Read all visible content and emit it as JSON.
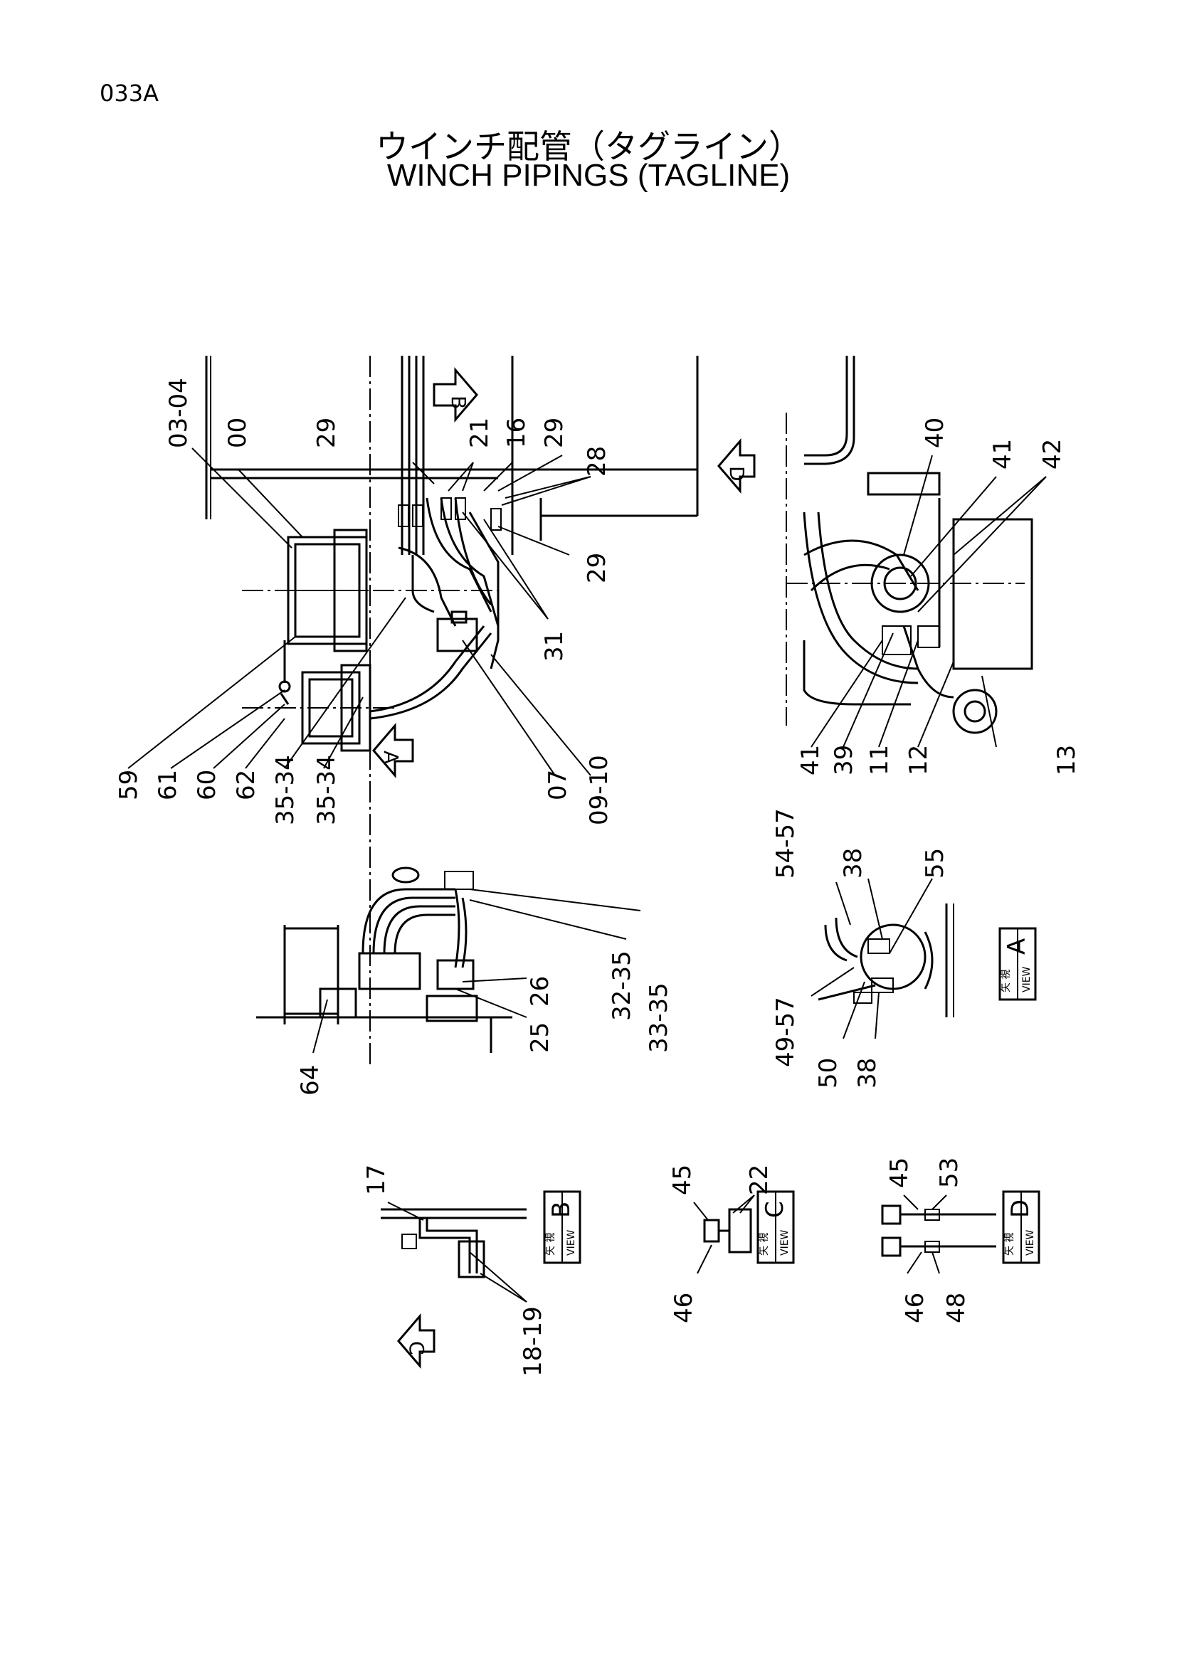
{
  "page_code": "033A",
  "title_jp": "ウインチ配管（タグライン）",
  "title_en": "WINCH PIPINGS (TAGLINE)",
  "view_marker": {
    "kanji": "矢 視",
    "view_word": "VIEW"
  },
  "direction_arrows": [
    "A",
    "B",
    "C",
    "D"
  ],
  "view_boxes": [
    "A",
    "B",
    "C",
    "D"
  ],
  "callouts": [
    "03-04",
    "00",
    "29",
    "21",
    "16",
    "29",
    "28",
    "29",
    "31",
    "59",
    "61",
    "60",
    "62",
    "35-34",
    "35-34",
    "07",
    "09-10",
    "40",
    "41",
    "42",
    "41",
    "39",
    "11",
    "12",
    "13",
    "54-57",
    "38",
    "55",
    "49-57",
    "50",
    "38",
    "26",
    "25",
    "32-35",
    "33-35",
    "64",
    "17",
    "18-19",
    "45",
    "22",
    "46",
    "45",
    "53",
    "46",
    "48"
  ]
}
